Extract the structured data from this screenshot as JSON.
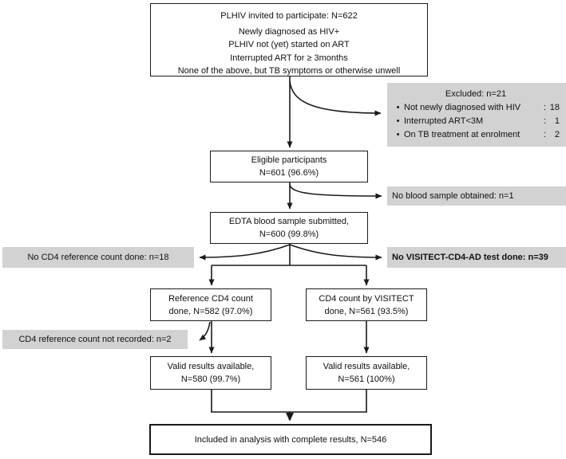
{
  "glyphs": {
    "bullet": "•",
    "colon": ":"
  },
  "colors": {
    "border": "#1a1a1a",
    "gray_bg": "#d2d2d2",
    "background": "#ffffff"
  },
  "boxes": {
    "invited": {
      "line1": "PLHIV invited to participate: N=622",
      "criteria": [
        "Newly diagnosed as HIV+",
        "PLHIV not (yet) started on ART",
        "Interrupted ART for ≥ 3months",
        "None of the above, but TB symptoms or otherwise unwell"
      ]
    },
    "excluded": {
      "title": "Excluded: n=21",
      "items": [
        {
          "label": "Not newly diagnosed with HIV",
          "value": "18"
        },
        {
          "label": "Interrupted ART<3M",
          "value": "1"
        },
        {
          "label": "On TB treatment at enrolment",
          "value": "2"
        }
      ]
    },
    "eligible": {
      "line1": "Eligible participants",
      "line2": "N=601 (96.6%)"
    },
    "no_blood": {
      "text": "No blood sample obtained: n=1"
    },
    "edta": {
      "line1": "EDTA blood sample submitted,",
      "line2": "N=600 (99.8%)"
    },
    "no_ref_count": {
      "text": "No CD4 reference count done: n=18"
    },
    "no_visitect_test": {
      "text": "No VISITECT-CD4-AD test done: n=39"
    },
    "ref_cd4": {
      "line1": "Reference CD4 count",
      "line2": "done, N=582 (97.0%)"
    },
    "visitect_cd4": {
      "line1": "CD4 count by VISITECT",
      "line2": "done, N=561 (93.5%)"
    },
    "not_recorded": {
      "text": "CD4 reference count not recorded: n=2"
    },
    "valid_ref": {
      "line1": "Valid results available,",
      "line2": "N=580 (99.7%)"
    },
    "valid_visitect": {
      "line1": "Valid results available,",
      "line2": "N=561 (100%)"
    },
    "included": {
      "text": "Included in analysis with complete results, N=546"
    }
  }
}
